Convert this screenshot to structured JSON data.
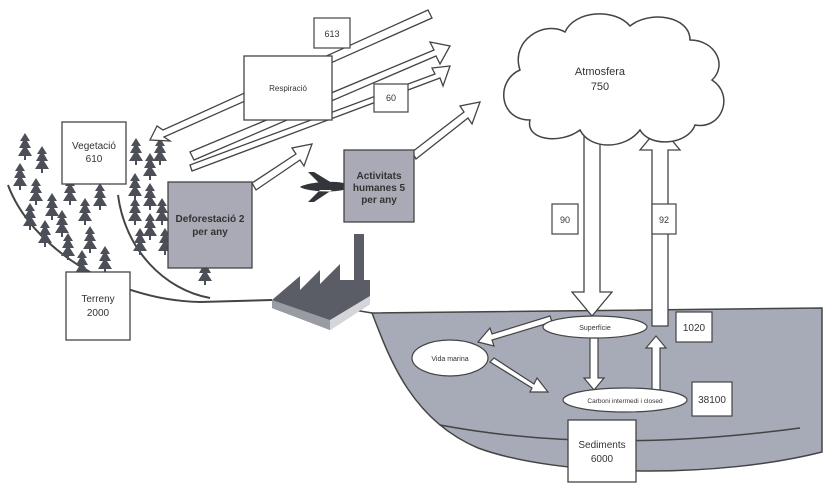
{
  "diagram": {
    "nodes": {
      "vegetacio": [
        "Vegetació",
        "610"
      ],
      "respiracio": [
        "Respiració"
      ],
      "resp_val1": "613",
      "resp_val2": "60",
      "deforestacio": [
        "Deforestació 2",
        "per any"
      ],
      "activitats": [
        "Activitats",
        "humanes 5",
        "per any"
      ],
      "atmosfera": [
        "Atmosfera",
        "750"
      ],
      "down_flux": "90",
      "up_flux": "92",
      "terreny": [
        "Terreny",
        "2000"
      ],
      "superficie": "Superfície",
      "superficie_val": "1020",
      "vida_marina": "Vida marina",
      "carboni": "Carboni intermedi i closed",
      "carboni_val": "38100",
      "sediments": [
        "Sediments",
        "6000"
      ]
    },
    "colors": {
      "ocean": "#a7aab7",
      "box_grey": "#a9aab5",
      "outline": "#444444",
      "tree": "#4c4f57",
      "factory": "#5a5d66"
    },
    "icons": [
      "tree-icon",
      "airplane-icon",
      "factory-icon"
    ]
  }
}
